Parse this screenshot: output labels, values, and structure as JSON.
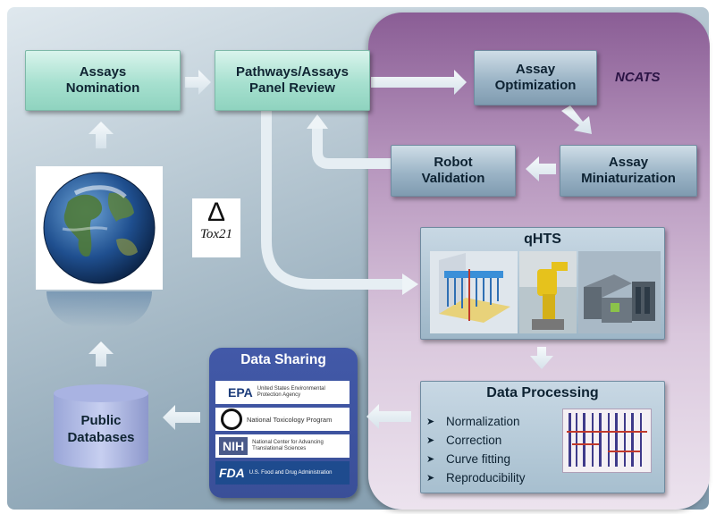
{
  "boxes": {
    "assays_nomination": "Assays\nNomination",
    "pathways_review": "Pathways/Assays\nPanel Review",
    "assay_optimization": "Assay\nOptimization",
    "robot_validation": "Robot\nValidation",
    "assay_miniaturization": "Assay\nMiniaturization"
  },
  "ncats_label": "NCATS",
  "tox21": {
    "symbol": "Δ",
    "text": "Tox21"
  },
  "qhts": {
    "title": "qHTS"
  },
  "data_processing": {
    "title": "Data Processing",
    "items": [
      "Normalization",
      "Correction",
      "Curve fitting",
      "Reproducibility"
    ]
  },
  "data_sharing": {
    "title": "Data Sharing",
    "logos": [
      {
        "mark": "EPA",
        "sub": "United States Environmental Protection Agency"
      },
      {
        "mark": "",
        "sub": "National Toxicology Program"
      },
      {
        "mark": "NIH",
        "sub": "National Center for Advancing Translational Sciences"
      },
      {
        "mark": "FDA",
        "sub": "U.S. Food and Drug Administration"
      }
    ]
  },
  "public_databases": "Public\nDatabases",
  "colors": {
    "ncats_panel": "#b695bd",
    "teal_box": "#a6e0cf",
    "blue_box": "#9bb4c6",
    "data_sharing": "#4259a8",
    "arrow": "#e8eff4"
  }
}
